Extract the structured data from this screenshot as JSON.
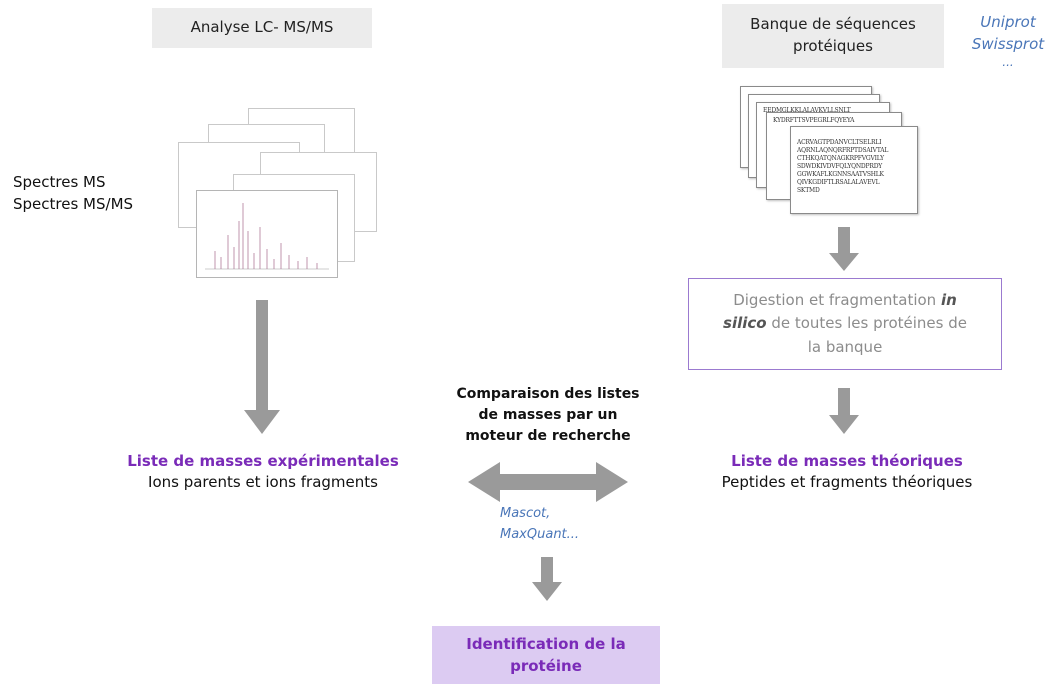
{
  "headers": {
    "lcms": "Analyse LC- MS/MS",
    "bank_line1": "Banque de séquences",
    "bank_line2": "protéiques"
  },
  "databases": {
    "line1": "Uniprot",
    "line2": "Swissprot",
    "line3": "..."
  },
  "spectra_label": {
    "line1": "Spectres MS",
    "line2": "Spectres MS/MS"
  },
  "sequence_sheet": {
    "back_line1": "EEDMGLKKLALAVKVLLSNLT",
    "back_line2": "KYDRFTTSVPEGRLFQYEYA",
    "lines": [
      "ACRVAGTPDANVCLTSELRLI",
      "AQRNLAQNQRFRPTDSAIVTAL",
      "CTHKQATQNAGKRPFVGVILY",
      "SDWDKIVDVFQLYQNDPRDY",
      "GGWKAFLKGNNSAATVSHLK",
      "QIVKGDIFTLRSALALAVEVL",
      "SKTMD"
    ]
  },
  "digest": {
    "part1": "Digestion et fragmentation ",
    "in": "in",
    "silico": "silico",
    "part2": " de toutes les protéines de",
    "line3": "la banque"
  },
  "comparison": {
    "line1": "Comparaison des listes",
    "line2": "de masses par un",
    "line3": "moteur de recherche"
  },
  "engines": {
    "line1": "Mascot,",
    "line2": "MaxQuant..."
  },
  "experimental": {
    "title": "Liste de masses expérimentales",
    "subtitle": "Ions parents et ions fragments"
  },
  "theoretical": {
    "title": "Liste de masses théoriques",
    "subtitle": "Peptides et fragments théoriques"
  },
  "identification": {
    "line1": "Identification de la",
    "line2": "protéine"
  },
  "colors": {
    "arrow": "#9a9a9a",
    "purple_text": "#7a2bb8",
    "box_border": "#9b7ad0",
    "ident_fill": "#dccbf2",
    "db_blue": "#4a76b8",
    "header_gray": "#ececec"
  }
}
